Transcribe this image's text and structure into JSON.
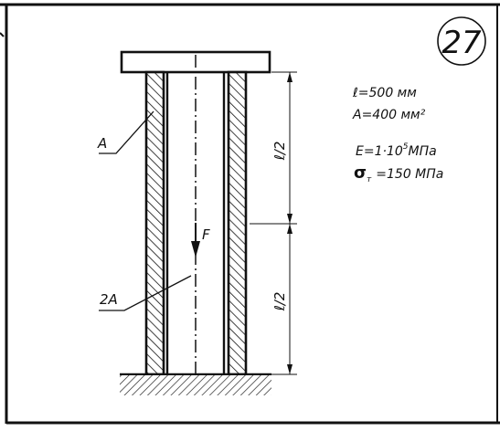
{
  "problem_number": "27",
  "labels": {
    "area_top": "A",
    "area_bottom": "2A",
    "force": "F",
    "dim_upper": "ℓ/2",
    "dim_lower": "ℓ/2"
  },
  "given": {
    "length": "ℓ=500 мм",
    "area": "A=400 мм²",
    "modulus_prefix": "E=1·10",
    "modulus_exp": "5",
    "modulus_unit": "МПа",
    "yield_symbol": "σ",
    "yield_sub": "т",
    "yield_value": "=150 МПа"
  }
}
